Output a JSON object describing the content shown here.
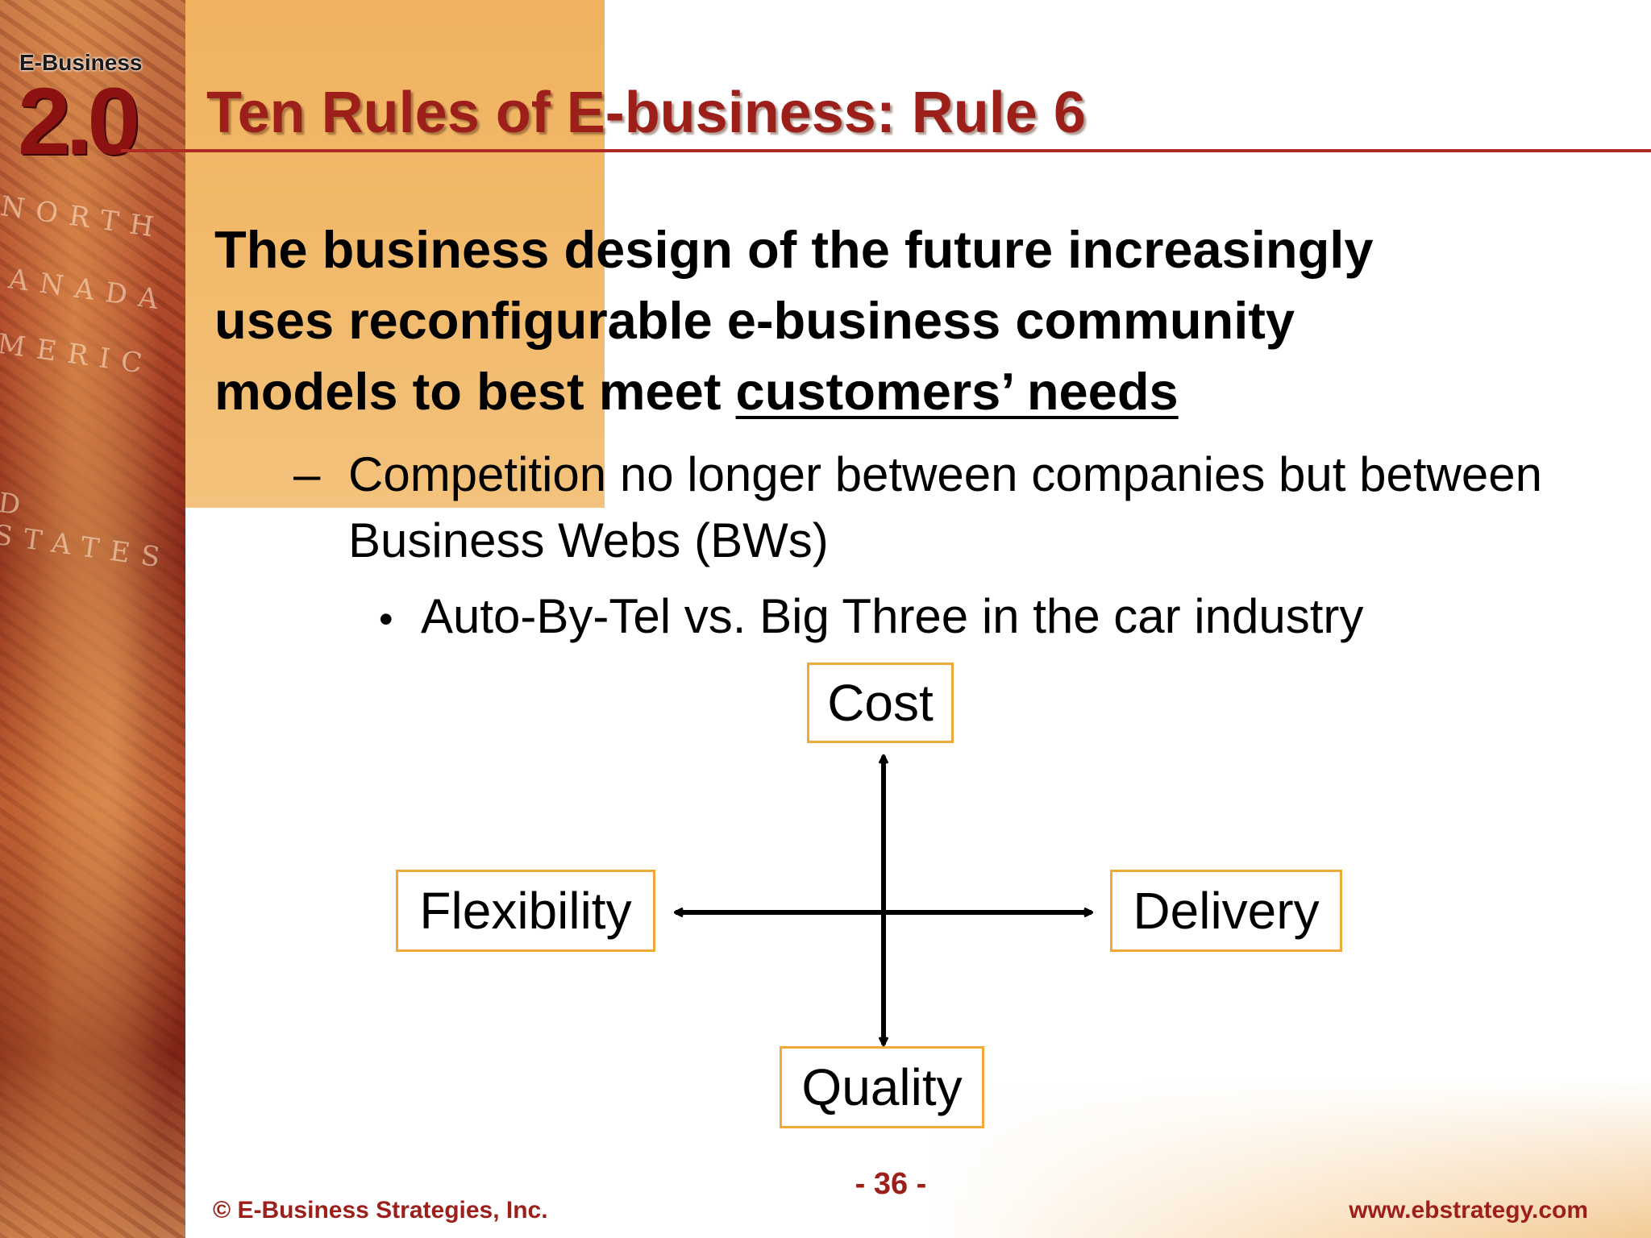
{
  "logo": {
    "top_text": "E-Business",
    "big_text": "2.0"
  },
  "title": "Ten Rules of E-business: Rule 6",
  "main": {
    "line1": "The business design of the future increasingly",
    "line2": "uses reconfigurable e-business community",
    "line3_prefix": "models to best meet ",
    "line3_underlined": "customers’ needs"
  },
  "sub": {
    "dash": "–",
    "text": "Competition no longer between companies but between Business Webs (BWs)"
  },
  "bullet": {
    "dot": "•",
    "text": "Auto-By-Tel vs. Big Three in the car industry"
  },
  "diagram": {
    "top": "Cost",
    "left": "Flexibility",
    "right": "Delivery",
    "bottom": "Quality"
  },
  "footer": {
    "page_number": "- 36 -",
    "copyright": "© E-Business Strategies, Inc.",
    "url": "www.ebstrategy.com"
  },
  "colors": {
    "title_red": "#9c1f1a",
    "accent_orange": "#f0b25f",
    "box_border": "#f0a838"
  }
}
